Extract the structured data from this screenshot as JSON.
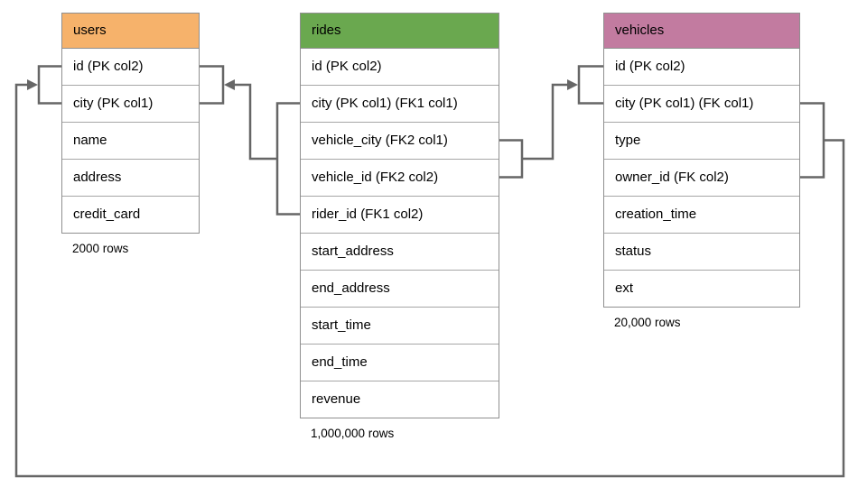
{
  "diagram": {
    "type": "entity-relationship-schema",
    "colors": {
      "users_header": "#f6b26b",
      "rides_header": "#6aa84f",
      "vehicles_header": "#c27ba0",
      "connector_line": "#666666",
      "table_border": "#8f8f8f",
      "row_divider": "#a6a6a6",
      "text": "#000000",
      "background": "#ffffff"
    },
    "tables": [
      {
        "id": "users",
        "title": "users",
        "header_color": "#f6b26b",
        "columns": [
          "id (PK col2)",
          "city (PK col1)",
          "name",
          "address",
          "credit_card"
        ],
        "row_count": "2000 rows"
      },
      {
        "id": "rides",
        "title": "rides",
        "header_color": "#6aa84f",
        "columns": [
          "id (PK col2)",
          "city (PK col1) (FK1 col1)",
          "vehicle_city (FK2 col1)",
          "vehicle_id (FK2 col2)",
          "rider_id (FK1 col2)",
          "start_address",
          "end_address",
          "start_time",
          "end_time",
          "revenue"
        ],
        "row_count": "1,000,000 rows"
      },
      {
        "id": "vehicles",
        "title": "vehicles",
        "header_color": "#c27ba0",
        "columns": [
          "id (PK col2)",
          "city (PK col1) (FK col1)",
          "type",
          "owner_id (FK col2)",
          "creation_time",
          "status",
          "ext"
        ],
        "row_count": "20,000 rows"
      }
    ],
    "relationships": [
      {
        "label": "FK1",
        "from_table": "rides",
        "from_columns": [
          "city (PK col1) (FK1 col1)",
          "rider_id (FK1 col2)"
        ],
        "to_table": "users",
        "to_columns": [
          "id (PK col2)",
          "city (PK col1)"
        ]
      },
      {
        "label": "FK2",
        "from_table": "rides",
        "from_columns": [
          "vehicle_city (FK2 col1)",
          "vehicle_id (FK2 col2)"
        ],
        "to_table": "vehicles",
        "to_columns": [
          "id (PK col2)",
          "city (PK col1) (FK col1)"
        ]
      },
      {
        "label": "FK",
        "from_table": "vehicles",
        "from_columns": [
          "city (PK col1) (FK col1)",
          "owner_id (FK col2)"
        ],
        "to_table": "users",
        "to_columns": [
          "id (PK col2)",
          "city (PK col1)"
        ]
      }
    ]
  }
}
